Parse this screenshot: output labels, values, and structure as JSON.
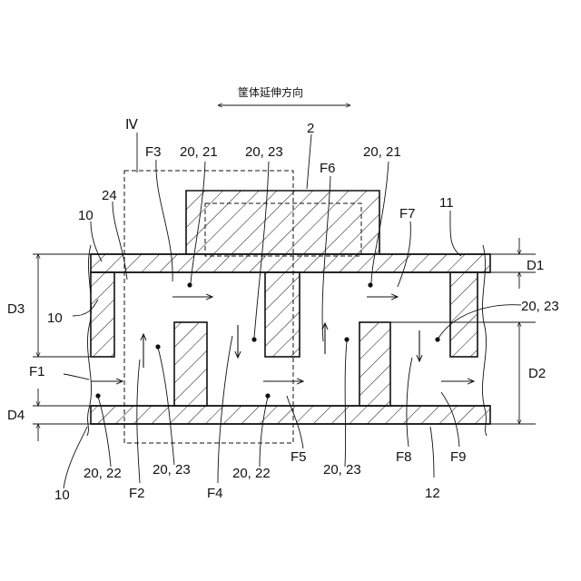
{
  "direction_label": "筐体延伸方向",
  "labels": {
    "iv": "Ⅳ",
    "two": "2",
    "f1": "F1",
    "f2": "F2",
    "f3": "F3",
    "f4": "F4",
    "f5": "F5",
    "f6": "F6",
    "f7": "F7",
    "f8": "F8",
    "f9": "F9",
    "ref_20_21_a": "20, 21",
    "ref_20_23_a": "20, 23",
    "ref_20_21_b": "20, 21",
    "ref_24": "24",
    "ref_11": "11",
    "ref_10_a": "10",
    "ref_10_b": "10",
    "ref_10_c": "10",
    "ref_20_23_right": "20, 23",
    "ref_20_22_a": "20, 22",
    "ref_20_23_b": "20, 23",
    "ref_20_22_b": "20, 22",
    "ref_20_23_c": "20, 23",
    "ref_12": "12",
    "d1": "D1",
    "d2": "D2",
    "d3": "D3",
    "d4": "D4"
  }
}
